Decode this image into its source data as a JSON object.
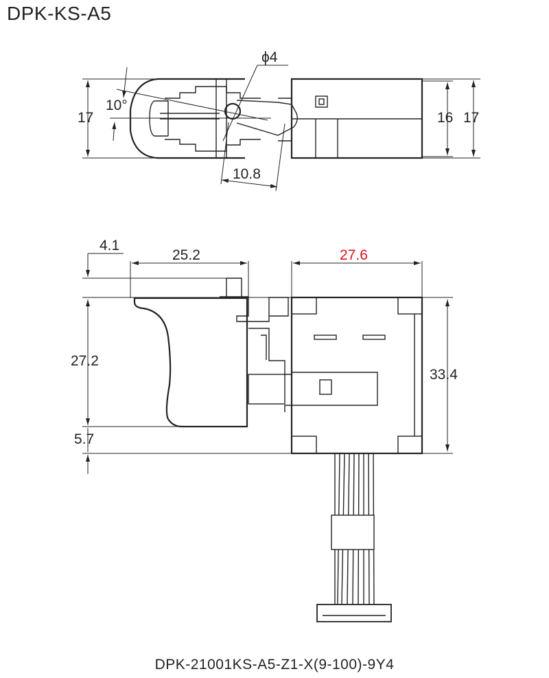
{
  "title": "DPK-KS-A5",
  "caption": "DPK-21001KS-A5-Z1-X(9-100)-9Y4",
  "top_view": {
    "dim_height_left": "17",
    "dim_angle": "10°",
    "dim_diameter": "ϕ4",
    "dim_travel": "10.8",
    "dim_inner_height": "16",
    "dim_height_right": "17"
  },
  "side_view": {
    "dim_offset": "4.1",
    "dim_trigger_length": "25.2",
    "dim_body_width": "27.6",
    "dim_trigger_height": "27.2",
    "dim_bottom_offset": "5.7",
    "dim_body_height": "33.4"
  },
  "colors": {
    "highlight_dimension": "#e0101e"
  }
}
